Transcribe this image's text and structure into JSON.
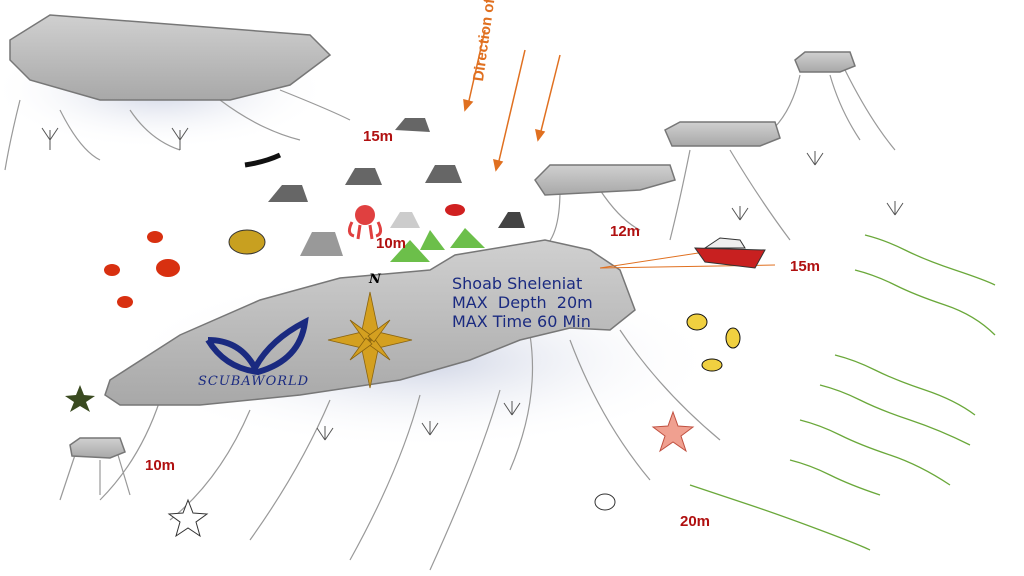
{
  "site": {
    "name": "Shoab Sheleniat",
    "max_depth": "MAX  Depth  20m",
    "max_time": "MAX Time 60 Min"
  },
  "current_label": "Direction of current",
  "compass_label": "N",
  "logo_text": "SCUBAWORLD",
  "depths": [
    "15m",
    "10m",
    "12m",
    "15m",
    "10m",
    "20m"
  ],
  "colors": {
    "reef": "#b8b8b8",
    "depth_text": "#b01010",
    "current": "#e07020",
    "site_text": "#1a2a80",
    "seagrass": "#6aa83a"
  }
}
